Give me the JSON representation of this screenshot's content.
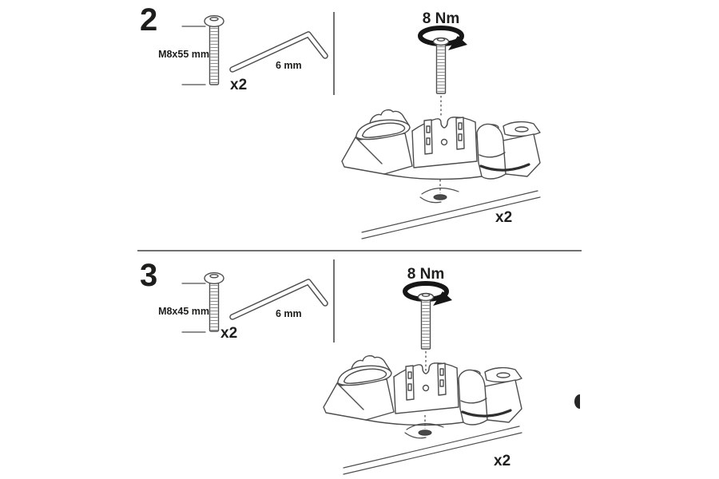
{
  "colors": {
    "background": "#ffffff",
    "ink": "#1d1d1b",
    "line": "#4d4d4d",
    "divider": "#707070"
  },
  "steps": [
    {
      "number": "2",
      "bolt_label": "M8x55 mm",
      "bolt_qty": "x2",
      "key_size": "6 mm",
      "torque": "8 Nm",
      "repeat_qty": "x2"
    },
    {
      "number": "3",
      "bolt_label": "M8x45 mm",
      "bolt_qty": "x2",
      "key_size": "6 mm",
      "torque": "8 Nm",
      "repeat_qty": "x2"
    }
  ]
}
